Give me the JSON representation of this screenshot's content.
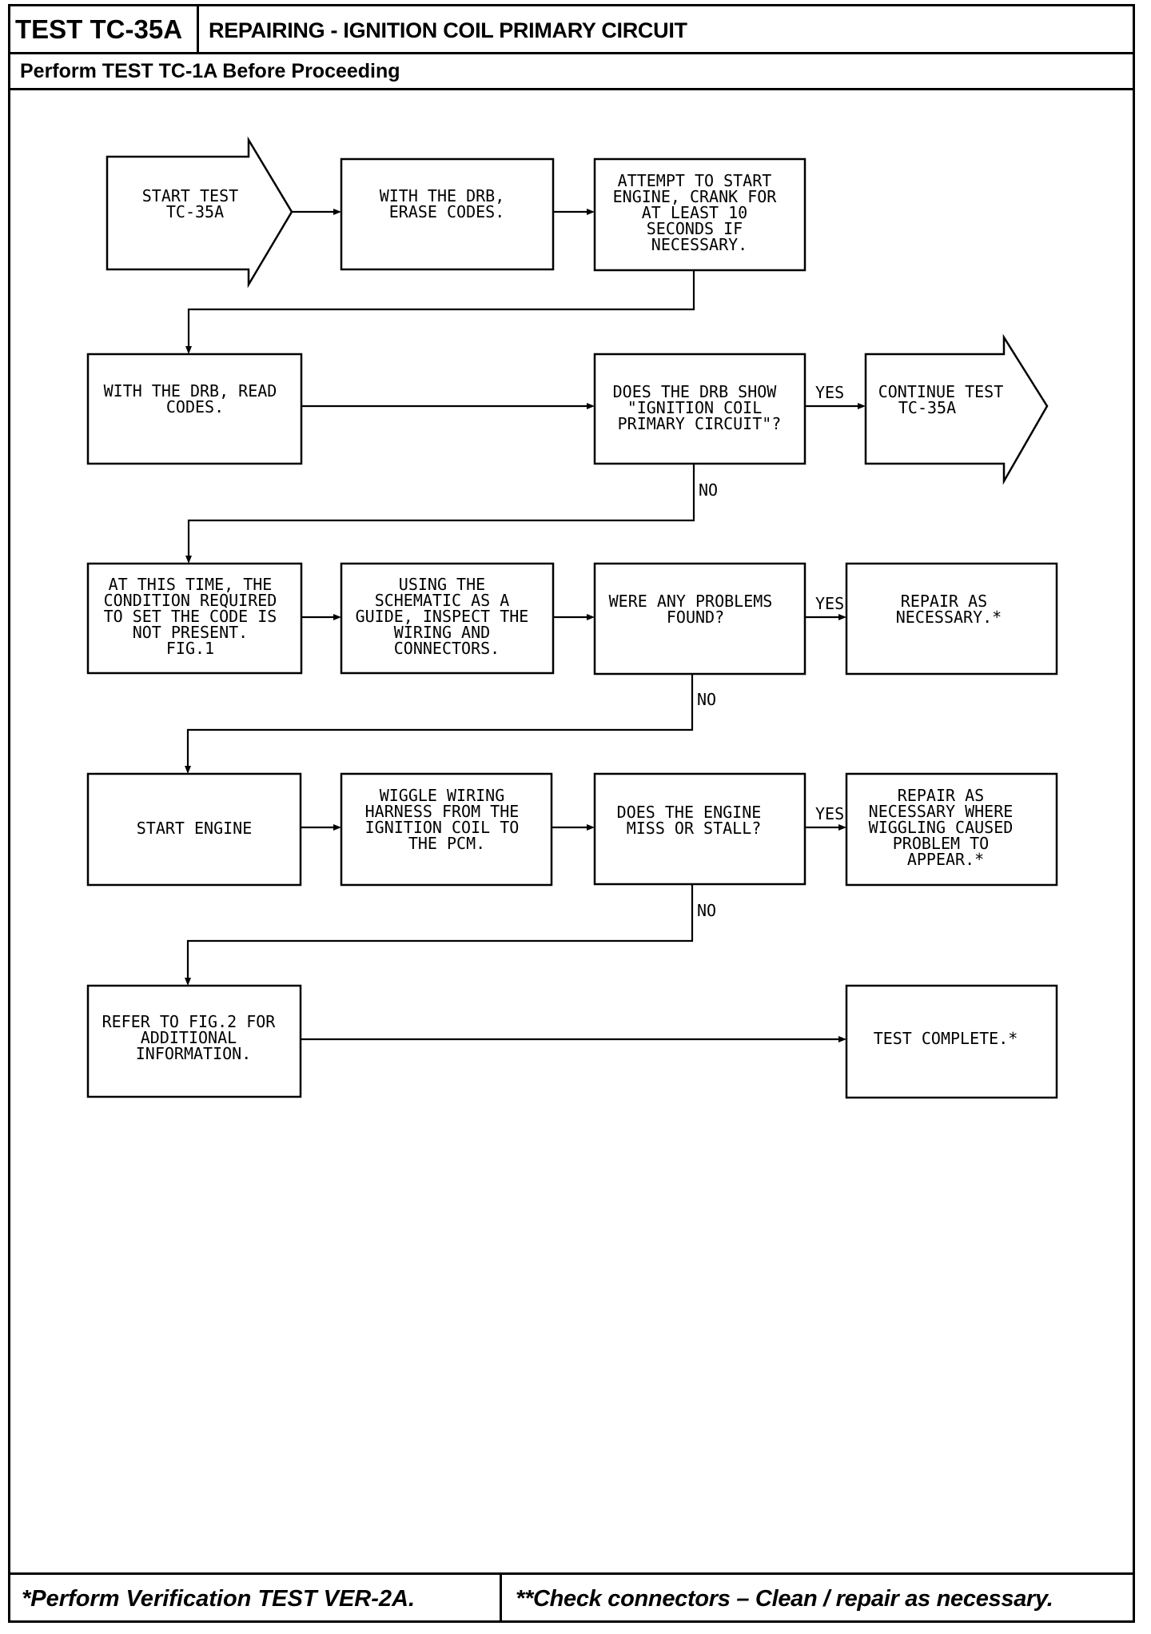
{
  "header": {
    "test_id": "TEST TC-35A",
    "title": "REPAIRING - IGNITION COIL PRIMARY CIRCUIT",
    "subtitle": "Perform TEST TC-1A Before Proceeding"
  },
  "footer": {
    "left_note": "*Perform Verification TEST VER-2A.",
    "right_note": "**Check connectors – Clean / repair as necessary."
  },
  "flow": {
    "start": [
      "START TEST",
      "TC-35A"
    ],
    "erase_codes": [
      "WITH THE DRB,",
      "ERASE CODES."
    ],
    "attempt_start": [
      "ATTEMPT TO START",
      "ENGINE, CRANK FOR",
      "AT LEAST 10",
      "SECONDS IF",
      "NECESSARY."
    ],
    "read_codes": [
      "WITH THE DRB, READ",
      "CODES."
    ],
    "drb_show": [
      "DOES THE DRB SHOW",
      "\"IGNITION COIL",
      "PRIMARY CIRCUIT\"?"
    ],
    "continue_test": [
      "CONTINUE TEST",
      "TC-35A"
    ],
    "not_present": [
      "AT THIS TIME, THE",
      "CONDITION REQUIRED",
      "TO SET THE CODE IS",
      "NOT PRESENT.",
      "FIG.1"
    ],
    "inspect": [
      "USING THE",
      "SCHEMATIC AS A",
      "GUIDE, INSPECT THE",
      "WIRING AND",
      "CONNECTORS."
    ],
    "problems_found": [
      "WERE ANY PROBLEMS",
      "FOUND?"
    ],
    "repair": [
      "REPAIR AS",
      "NECESSARY.*"
    ],
    "start_engine": [
      "START ENGINE"
    ],
    "wiggle": [
      "WIGGLE WIRING",
      "HARNESS FROM THE",
      "IGNITION COIL TO",
      "THE PCM."
    ],
    "miss_stall": [
      "DOES THE ENGINE",
      "MISS OR STALL?"
    ],
    "repair_wiggle": [
      "REPAIR AS",
      "NECESSARY WHERE",
      "WIGGLING CAUSED",
      "PROBLEM TO",
      "APPEAR.*"
    ],
    "refer_fig2": [
      "REFER TO FIG.2 FOR",
      "ADDITIONAL",
      "INFORMATION."
    ],
    "test_complete": [
      "TEST COMPLETE.*"
    ]
  },
  "labels": {
    "yes": "YES",
    "no": "NO"
  }
}
